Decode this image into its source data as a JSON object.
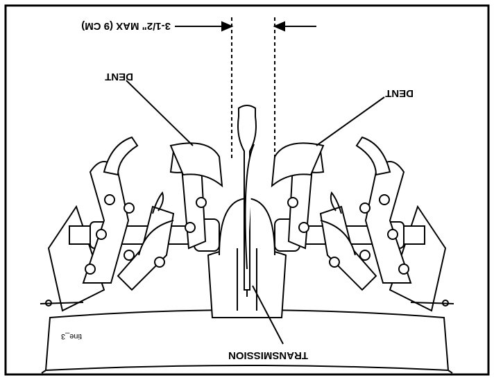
{
  "diagram": {
    "labels": {
      "dent_left": "DENT",
      "dent_right": "DENT",
      "measurement": "3-1/2\" MAX (9 CM)",
      "transmission": "TRANSMISSION",
      "figure_code": "tine_3"
    },
    "colors": {
      "line": "#000000",
      "background": "#ffffff"
    },
    "orientation": "rotated-180"
  }
}
